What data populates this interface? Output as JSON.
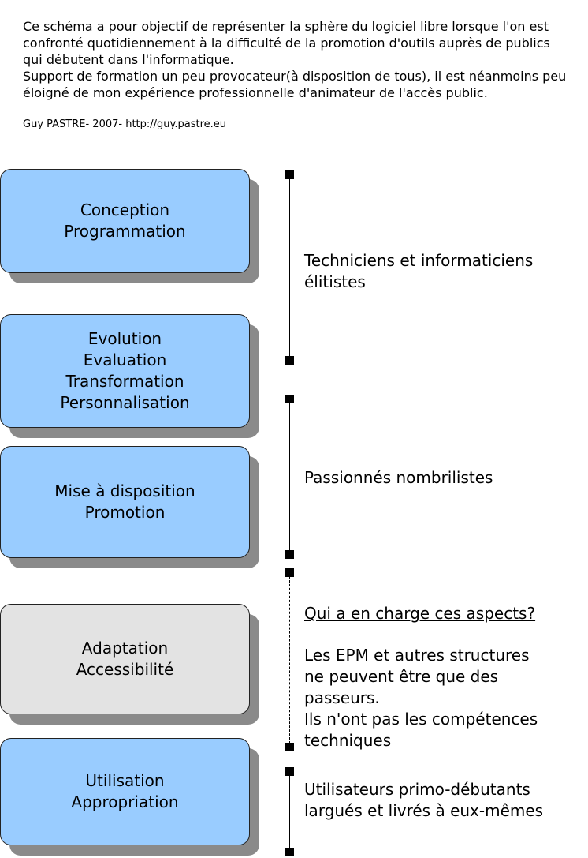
{
  "intro": {
    "lines": [
      "Ce schéma a pour objectif de représenter la sphère du logiciel libre lorsque l'on est",
      "confronté quotidiennement à la difficulté de la promotion d'outils auprès de publics",
      "qui débutent dans l'informatique.",
      "Support de formation un peu provocateur(à disposition de tous), il est néanmoins peu",
      "éloigné de mon expérience professionnelle d'animateur de l'accès public."
    ],
    "credit": "Guy PASTRE- 2007- http://guy.pastre.eu"
  },
  "boxes": [
    {
      "lines": [
        "Conception",
        "Programmation"
      ],
      "color": "#99ccff"
    },
    {
      "lines": [
        "Evolution",
        "Evaluation",
        "Transformation",
        "Personnalisation"
      ],
      "color": "#99ccff"
    },
    {
      "lines": [
        "Mise à disposition",
        "Promotion"
      ],
      "color": "#99ccff"
    },
    {
      "lines": [
        "Adaptation",
        "Accessibilité"
      ],
      "color": "#e3e3e3"
    },
    {
      "lines": [
        "Utilisation",
        "Appropriation"
      ],
      "color": "#99ccff"
    }
  ],
  "labels": {
    "techniciens": [
      "Techniciens et informaticiens",
      "élitistes"
    ],
    "passionnes": [
      "Passionnés nombrilistes"
    ],
    "question": "Qui a en charge ces aspects?",
    "epm": [
      "Les EPM et autres structures",
      "ne peuvent être que des",
      "passeurs.",
      "Ils n'ont pas les compétences",
      "techniques"
    ],
    "utilisateurs": [
      "Utilisateurs primo-débutants",
      "largués et livrés à eux-mêmes"
    ]
  }
}
